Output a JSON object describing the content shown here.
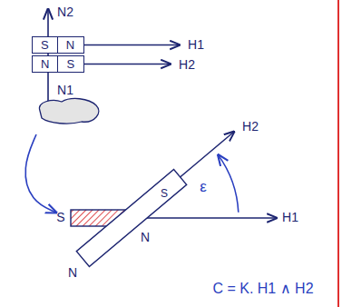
{
  "diagram": {
    "nodes": [
      {
        "text": [
          "S",
          "N"
        ]
      },
      {
        "text": [
          "N",
          "S"
        ]
      }
    ],
    "labels": [
      "N2",
      "H1",
      "H2",
      "N1",
      "S",
      "S",
      "N",
      "N",
      "H2",
      "ε",
      "H1",
      "C = K. H1 ∧ H2"
    ]
  }
}
